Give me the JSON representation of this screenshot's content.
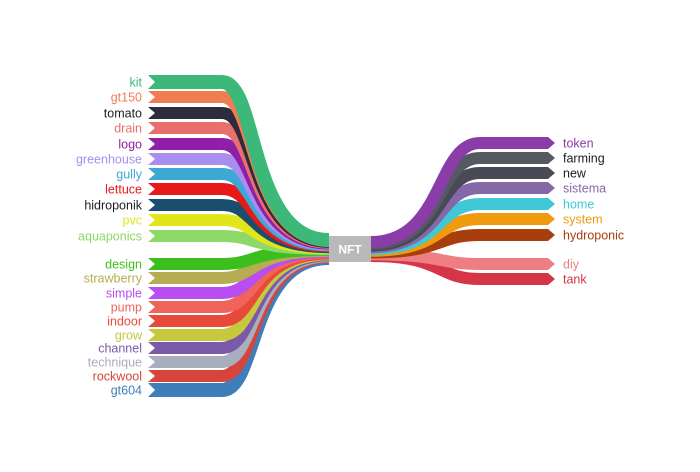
{
  "center": {
    "label": "NFT",
    "color": "#b9b9b9"
  },
  "left_terms": [
    {
      "label": "kit",
      "color": "#3cb878"
    },
    {
      "label": "gt150",
      "color": "#f07c52"
    },
    {
      "label": "tomato",
      "color": "#2c2c3a"
    },
    {
      "label": "drain",
      "color": "#e8706c"
    },
    {
      "label": "logo",
      "color": "#8e1fa6"
    },
    {
      "label": "greenhouse",
      "color": "#a98ef0"
    },
    {
      "label": "gully",
      "color": "#3ea8d4"
    },
    {
      "label": "lettuce",
      "color": "#e81919"
    },
    {
      "label": "hidroponik",
      "color": "#1a4e6e"
    },
    {
      "label": "pvc",
      "color": "#e2e51a"
    },
    {
      "label": "aquaponics",
      "color": "#8ed86a"
    },
    {
      "label": "design",
      "color": "#3cbf1c"
    },
    {
      "label": "strawberry",
      "color": "#b6ad52"
    },
    {
      "label": "simple",
      "color": "#b84ef0"
    },
    {
      "label": "pump",
      "color": "#f0645c"
    },
    {
      "label": "indoor",
      "color": "#e84a3a"
    },
    {
      "label": "grow",
      "color": "#c6c93e"
    },
    {
      "label": "channel",
      "color": "#7a5aa8"
    },
    {
      "label": "technique",
      "color": "#a8aebe"
    },
    {
      "label": "rockwool",
      "color": "#d6443c"
    },
    {
      "label": "gt604",
      "color": "#3e7fba"
    }
  ],
  "right_terms": [
    {
      "label": "token",
      "color": "#8a3ca8"
    },
    {
      "label": "farming",
      "color": "#555a62"
    },
    {
      "label": "new",
      "color": "#4a4a56"
    },
    {
      "label": "sistema",
      "color": "#8468a8"
    },
    {
      "label": "home",
      "color": "#3ec8d8"
    },
    {
      "label": "system",
      "color": "#f09a10"
    },
    {
      "label": "hydroponic",
      "color": "#a83e0e"
    },
    {
      "label": "diy",
      "color": "#ef7e84"
    },
    {
      "label": "tank",
      "color": "#d43648"
    }
  ]
}
